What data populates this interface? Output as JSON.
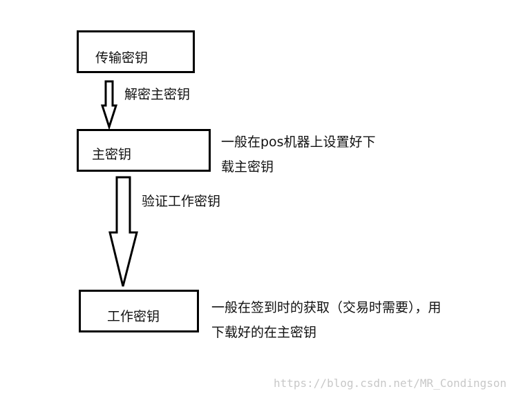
{
  "nodes": {
    "transport_key": "传输密钥",
    "master_key": "主密钥",
    "work_key": "工作密钥"
  },
  "edges": {
    "decrypt_master_key": "解密主密钥",
    "verify_work_key": "验证工作密钥"
  },
  "notes": {
    "master_key_note": [
      "一般在pos机器上设置好下",
      "载主密钥"
    ],
    "work_key_note": [
      "一般在签到时的获取（交易时需要），用",
      "下载好的在主密钥"
    ]
  },
  "watermark": "https://blog.csdn.net/MR_Condingson",
  "colors": {
    "stroke": "#000000",
    "background": "#ffffff",
    "watermark": "#c8c8c8"
  }
}
